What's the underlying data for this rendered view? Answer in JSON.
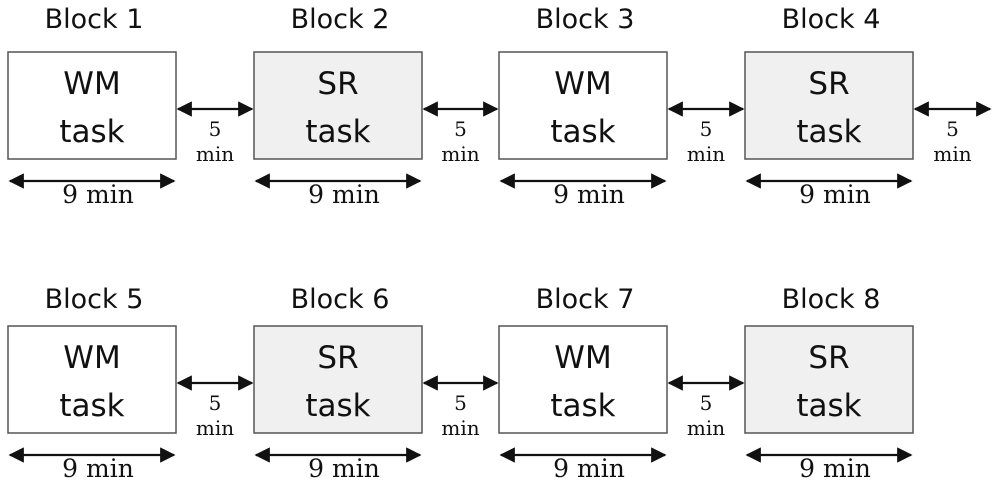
{
  "colors": {
    "wm_fill": "#ffffff",
    "sr_fill": "#f0f0f0",
    "stroke": "#555555",
    "arrow": "#111111"
  },
  "rows": [
    {
      "blocks": [
        {
          "label": "Block 1",
          "task_line1": "WM",
          "task_line2": "task",
          "type": "WM",
          "duration": "9 min"
        },
        {
          "label": "Block 2",
          "task_line1": "SR",
          "task_line2": "task",
          "type": "SR",
          "duration": "9 min"
        },
        {
          "label": "Block 3",
          "task_line1": "WM",
          "task_line2": "task",
          "type": "WM",
          "duration": "9 min"
        },
        {
          "label": "Block 4",
          "task_line1": "SR",
          "task_line2": "task",
          "type": "SR",
          "duration": "9 min"
        }
      ],
      "gaps": [
        {
          "line1": "5",
          "line2": "min"
        },
        {
          "line1": "5",
          "line2": "min"
        },
        {
          "line1": "5",
          "line2": "min"
        },
        {
          "line1": "5",
          "line2": "min"
        }
      ]
    },
    {
      "blocks": [
        {
          "label": "Block 5",
          "task_line1": "WM",
          "task_line2": "task",
          "type": "WM",
          "duration": "9 min"
        },
        {
          "label": "Block 6",
          "task_line1": "SR",
          "task_line2": "task",
          "type": "SR",
          "duration": "9 min"
        },
        {
          "label": "Block 7",
          "task_line1": "WM",
          "task_line2": "task",
          "type": "WM",
          "duration": "9 min"
        },
        {
          "label": "Block 8",
          "task_line1": "SR",
          "task_line2": "task",
          "type": "SR",
          "duration": "9 min"
        }
      ],
      "gaps": [
        {
          "line1": "5",
          "line2": "min"
        },
        {
          "line1": "5",
          "line2": "min"
        },
        {
          "line1": "5",
          "line2": "min"
        }
      ]
    }
  ]
}
